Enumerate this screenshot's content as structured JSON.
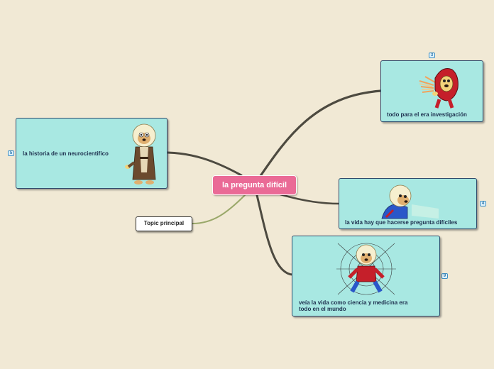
{
  "central": {
    "label": "la pregunta difícil"
  },
  "floating_topic": {
    "label": "Topic principal"
  },
  "nodes": [
    {
      "id": "investigacion",
      "label": "todo para el era investigación",
      "badge": "3",
      "illustration": "red-hooded-character-illustration"
    },
    {
      "id": "neurocientifico",
      "label": "la historia de un neurocientifico",
      "badge": "5",
      "illustration": "robed-dog-character-illustration"
    },
    {
      "id": "vida",
      "label": "la vida hay que hacerse pregunta difíciles",
      "badge": "4",
      "illustration": "flying-dog-character-illustration"
    },
    {
      "id": "ciencia",
      "label_lines": [
        "veía la vida como ciencia y medicina era",
        "todo en el mundo"
      ],
      "badge": "9",
      "illustration": "spider-dog-character-illustration"
    }
  ],
  "colors": {
    "background": "#f1e9d5",
    "node_fill": "#a8e8e2",
    "node_border": "#2f4a6b",
    "central_fill": "#ea6a96",
    "branch": "#4d4a40",
    "floating_branch": "#9aa86a"
  }
}
